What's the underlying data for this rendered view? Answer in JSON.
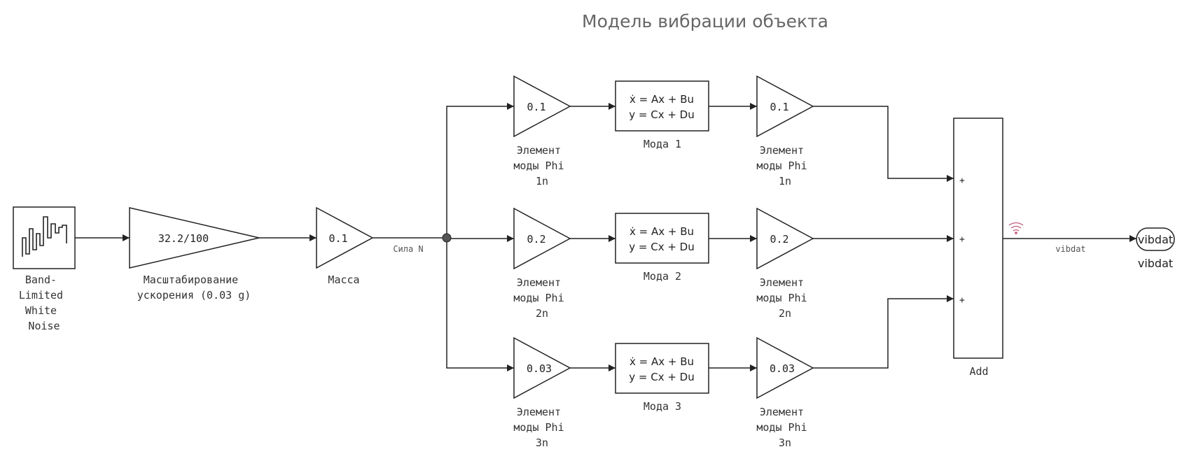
{
  "title": "Модель вибрации объекта",
  "source": {
    "label_lines": [
      "Band-",
      "Limited",
      "White",
      "Noise"
    ]
  },
  "scale": {
    "value": "32.2/100",
    "label_lines": [
      "Масштабирование",
      "ускорения (0.03 g)"
    ]
  },
  "mass": {
    "value": "0.1",
    "label": "Масса"
  },
  "force_signal": "Сила N",
  "branches": [
    {
      "gain_in": "0.1",
      "gain_in_label": [
        "Элемент",
        "моды Phi",
        "1n"
      ],
      "ss_eq1": "ẋ = Ax + Bu",
      "ss_eq2": "y = Cx + Du",
      "ss_label": "Мода 1",
      "gain_out": "0.1",
      "gain_out_label": [
        "Элемент",
        "моды Phi",
        "1n"
      ]
    },
    {
      "gain_in": "0.2",
      "gain_in_label": [
        "Элемент",
        "моды Phi",
        "2n"
      ],
      "ss_eq1": "ẋ = Ax + Bu",
      "ss_eq2": "y = Cx + Du",
      "ss_label": "Мода 2",
      "gain_out": "0.2",
      "gain_out_label": [
        "Элемент",
        "моды Phi",
        "2n"
      ]
    },
    {
      "gain_in": "0.03",
      "gain_in_label": [
        "Элемент",
        "моды Phi",
        "3n"
      ],
      "ss_eq1": "ẋ = Ax + Bu",
      "ss_eq2": "y = Cx + Du",
      "ss_label": "Мода 3",
      "gain_out": "0.03",
      "gain_out_label": [
        "Элемент",
        "моды Phi",
        "3n"
      ]
    }
  ],
  "add": {
    "label": "Add",
    "signs": [
      "+",
      "+",
      "+"
    ]
  },
  "output_signal": "vibdat",
  "output": {
    "value": "vibdat",
    "label": "vibdat"
  },
  "colors": {
    "line": "#222222",
    "title": "#666666",
    "junction": "#555555",
    "wifi": "#c0607a"
  },
  "icons": {
    "source": "noise-waveform-icon",
    "log": "signal-logging-icon"
  }
}
